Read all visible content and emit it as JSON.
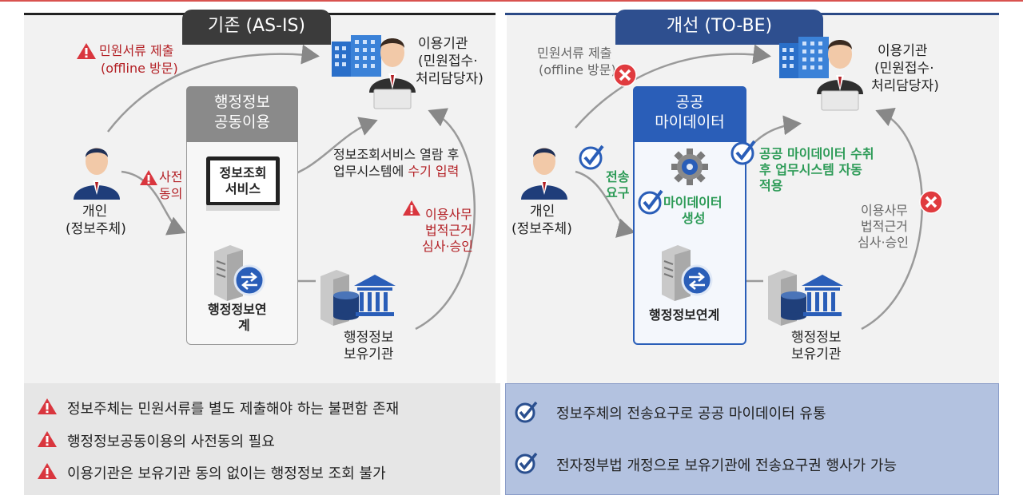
{
  "asis": {
    "tab": "기존 (AS-IS)",
    "submit_label": [
      "민원서류 제출",
      "(offline 방문)"
    ],
    "agency": [
      "이용기관",
      "(민원접수·",
      "처리담당자)"
    ],
    "box_title": [
      "행정정보",
      "공동이용"
    ],
    "service_label": [
      "정보조회",
      "서비스"
    ],
    "link_label": [
      "행정정보연",
      "계"
    ],
    "person": [
      "개인",
      "(정보주체)"
    ],
    "consent": [
      "사전",
      "동의"
    ],
    "manual_prefix": "정보조회서비스 열람 후",
    "manual_mid": "업무시스템에 ",
    "manual_red": "수기 입력",
    "review": [
      "이용사무",
      "법적근거",
      "심사·승인"
    ],
    "holder": [
      "행정정보",
      "보유기관"
    ],
    "issues": [
      "정보주체는 민원서류를 별도 제출해야 하는 불편함 존재",
      "행정정보공동이용의 사전동의 필요",
      "이용기관은 보유기관 동의 없이는 행정정보 조회 불가"
    ]
  },
  "tobe": {
    "tab": "개선 (TO-BE)",
    "submit_label": [
      "민원서류 제출",
      "(offline 방문)"
    ],
    "agency": [
      "이용기관",
      "(민원접수·",
      "처리담당자)"
    ],
    "box_title": [
      "공공",
      "마이데이터"
    ],
    "generate": [
      "마이데이터",
      "생성"
    ],
    "link_label": "행정정보연계",
    "person": [
      "개인",
      "(정보주체)"
    ],
    "request": [
      "전송",
      "요구"
    ],
    "auto": [
      "공공 마이데이터 수취",
      "후 업무시스템 자동",
      "적용"
    ],
    "review": [
      "이용사무",
      "법적근거",
      "심사·승인"
    ],
    "holder": [
      "행정정보",
      "보유기관"
    ],
    "benefits": [
      "정보주체의 전송요구로 공공 마이데이터 유통",
      "전자정부법 개정으로 보유기관에 전송요구권 행사가 가능"
    ]
  },
  "colors": {
    "red": "#b32025",
    "blue": "#2a5eb8",
    "green": "#2d9b57",
    "grey_box": "#8a8a8a"
  }
}
